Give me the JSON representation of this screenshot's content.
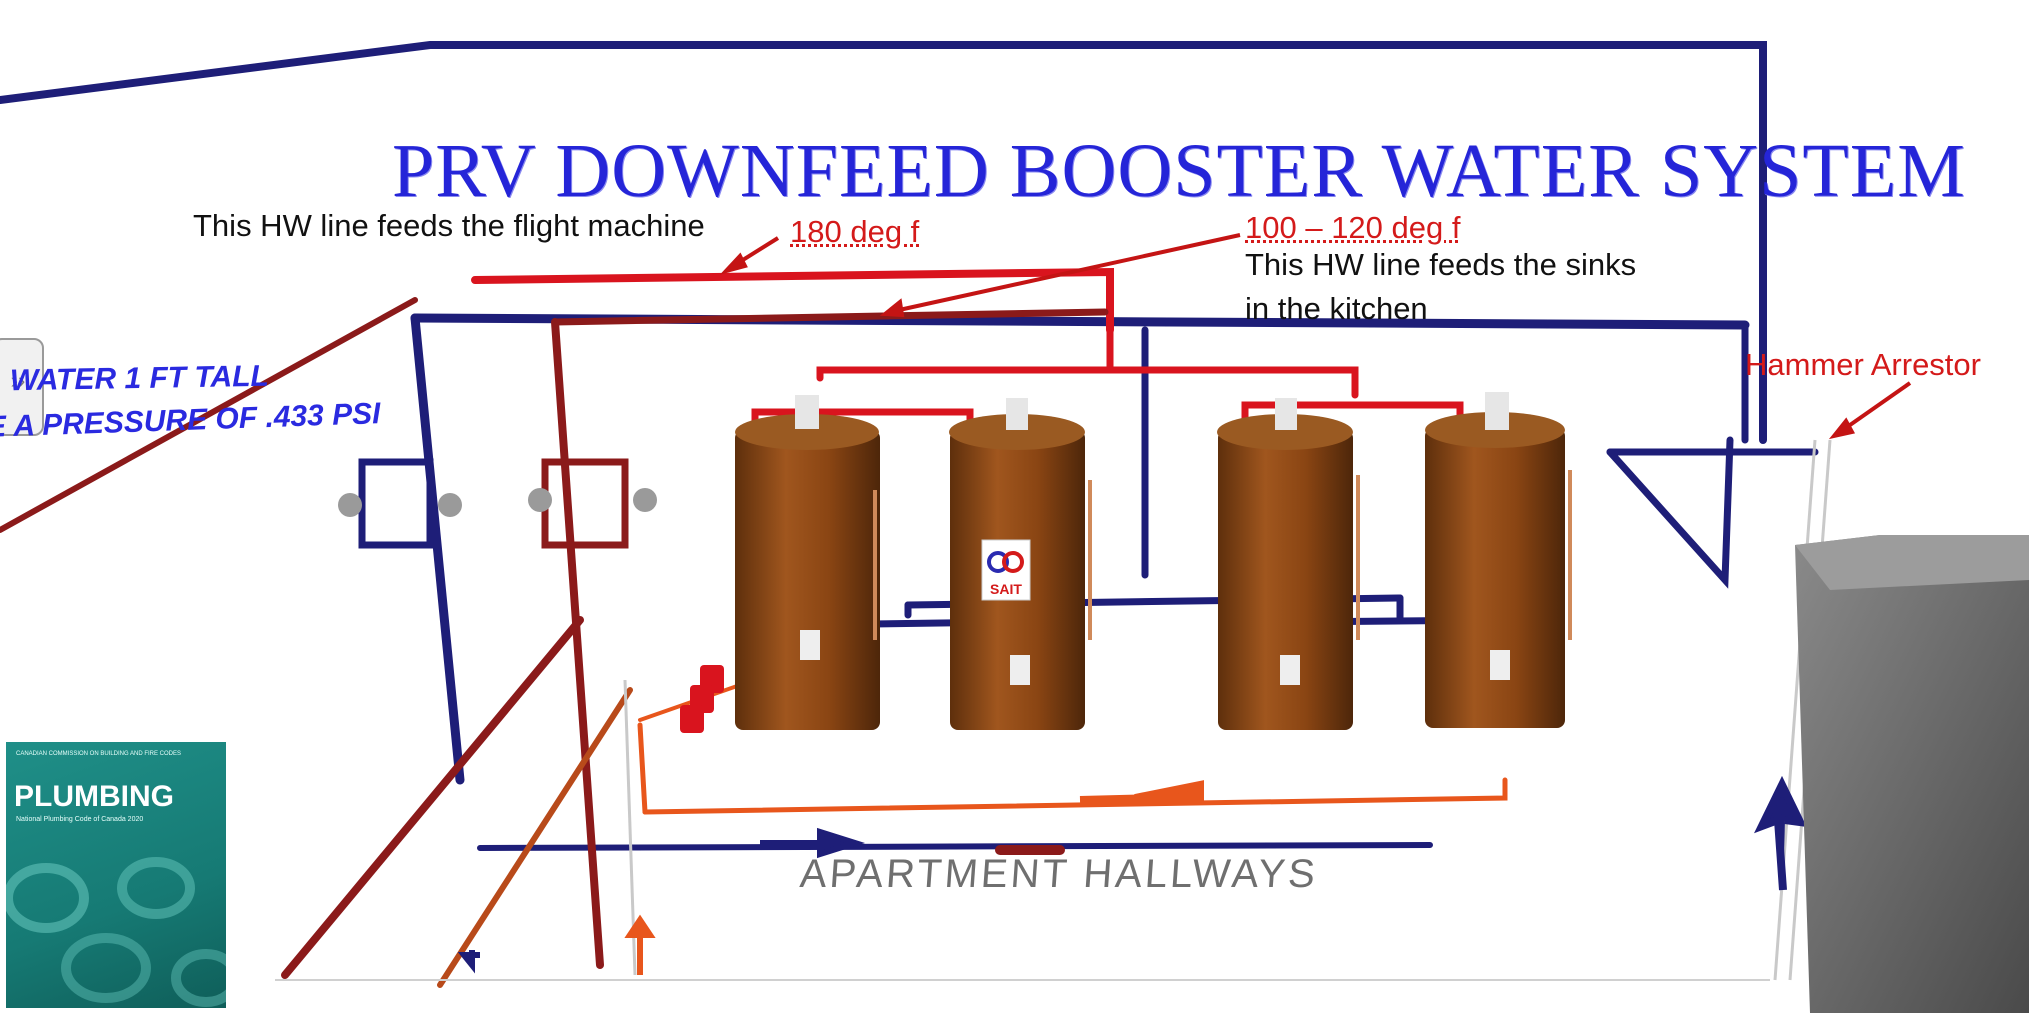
{
  "title": "PRV DOWNFEED BOOSTER WATER SYSTEM",
  "notes": {
    "flight_machine": "This HW line feeds the flight machine",
    "temp_180": "180 deg f",
    "temp_range": "100 – 120 deg f",
    "sinks_line1": "This HW line feeds the sinks",
    "sinks_line2": "in the kitchen",
    "hammer_arrestor": "Hammer Arrestor"
  },
  "sketch_text": {
    "line1": "WATER 1 FT TALL",
    "line2": "E A PRESSURE OF .433  PSI"
  },
  "floor_label": "APARTMENT HALLWAYS",
  "tank_logo": "SAIT",
  "book_cover": {
    "header": "CANADIAN COMMISSION ON BUILDING AND FIRE CODES",
    "title": "PLUMBING",
    "subtitle": "National Plumbing Code of Canada 2020"
  },
  "colors": {
    "cold_water": "#1e1e78",
    "hot_water_180": "#d9141e",
    "hot_water_return": "#8b1a1a",
    "tempered": "#e8561c",
    "tank": "#8a4513",
    "title": "#2525d8"
  }
}
